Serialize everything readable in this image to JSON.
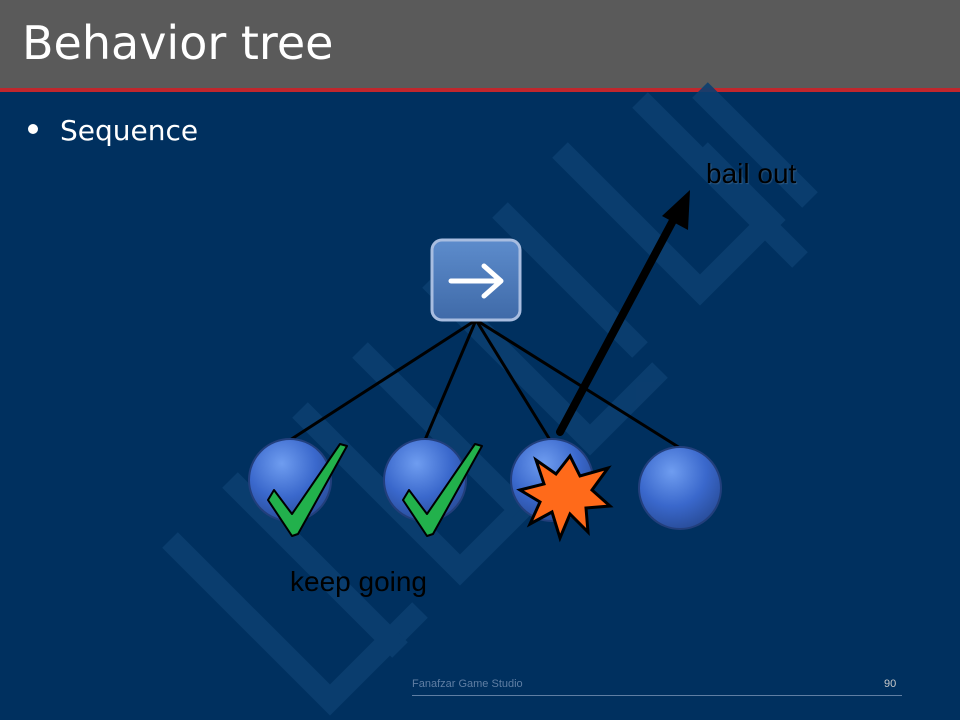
{
  "slide": {
    "title": "Behavior tree",
    "bullet": "Sequence",
    "footer": "Fanafzar Game Studio",
    "page_number": "90"
  },
  "diagram": {
    "root_node": {
      "icon": "right-arrow-icon"
    },
    "children": [
      {
        "status": "success",
        "icon": "checkmark-icon"
      },
      {
        "status": "success",
        "icon": "checkmark-icon"
      },
      {
        "status": "failure",
        "icon": "explosion-icon"
      },
      {
        "status": "not-run",
        "icon": ""
      }
    ],
    "labels": {
      "bail_out": "bail out",
      "keep_going": "keep going"
    }
  },
  "colors": {
    "background": "#00305f",
    "title_bar": "#5a5a5a",
    "title_accent": "#c0272d",
    "node_fill": "#3f6fd1",
    "root_fill": "#4a78b8",
    "check": "#22b14c",
    "explosion": "#ff6a1a"
  }
}
